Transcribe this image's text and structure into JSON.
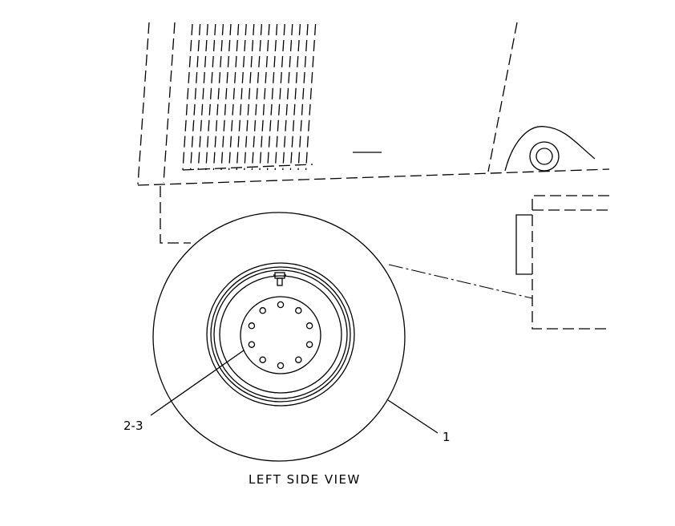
{
  "diagram": {
    "view_title": "LEFT SIDE VIEW",
    "callouts": [
      {
        "text": "1"
      },
      {
        "text": "2-3"
      }
    ]
  }
}
